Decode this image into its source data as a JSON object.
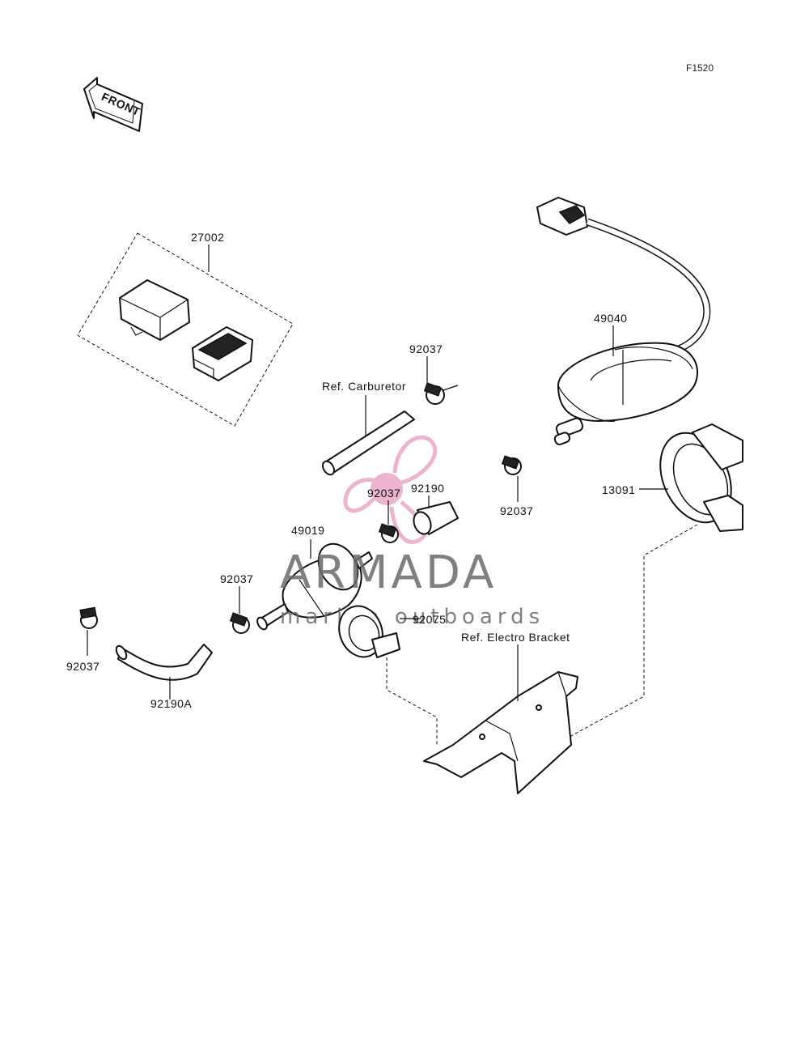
{
  "diagram_id": "F1520",
  "front_marker": "FRONT",
  "labels": {
    "p27002": "27002",
    "p49040": "49040",
    "p92037_top": "92037",
    "ref_carburetor": "Ref. Carburetor",
    "p92037_mid": "92037",
    "p92190": "92190",
    "p92037_right": "92037",
    "p13091": "13091",
    "p49019": "49019",
    "p92037_left": "92037",
    "p92075": "92075",
    "ref_electro_bracket": "Ref. Electro Bracket",
    "p92037_far_left": "92037",
    "p92190a": "92190A"
  },
  "watermark": {
    "name": "ARMADA",
    "tagline": "marine outboards",
    "color": "#e8a2c3"
  }
}
